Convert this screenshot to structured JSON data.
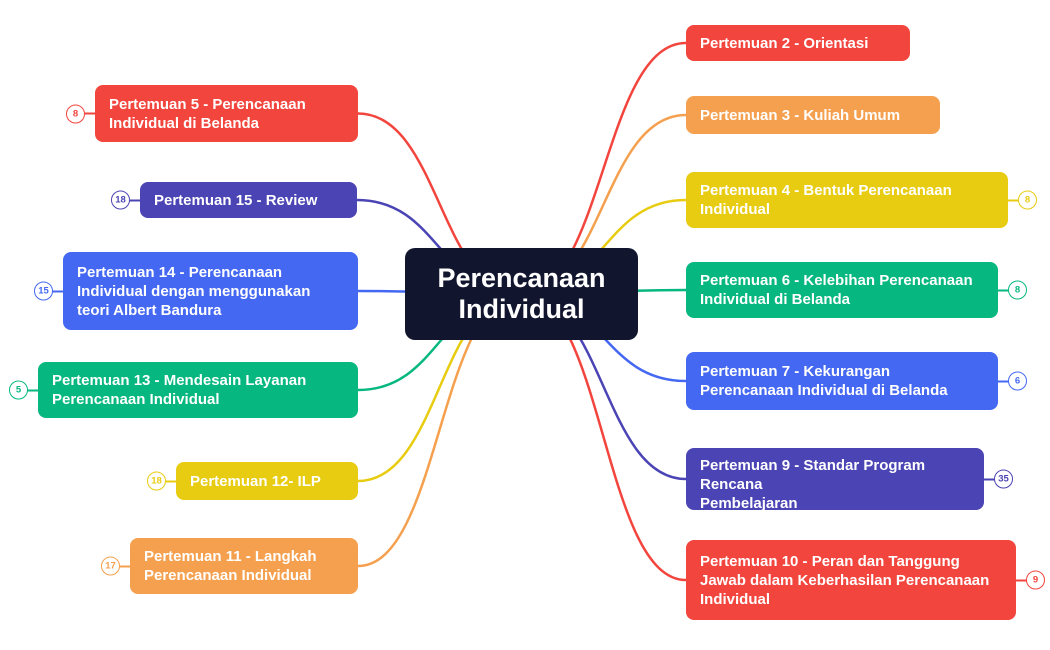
{
  "center": {
    "label": "Perencanaan Individual",
    "color": "#12152e",
    "text_color": "#ffffff"
  },
  "nodes": [
    {
      "id": "p2",
      "label": "Pertemuan 2 - Orientasi",
      "color": "#f2453d",
      "badge": null,
      "side": "right"
    },
    {
      "id": "p3",
      "label": "Pertemuan 3 - Kuliah Umum",
      "color": "#f5a04e",
      "badge": null,
      "side": "right"
    },
    {
      "id": "p4",
      "label": "Pertemuan 4 - Bentuk Perencanaan Individual",
      "color": "#e8cc11",
      "badge": "8",
      "side": "right"
    },
    {
      "id": "p6",
      "label": "Pertemuan 6 - Kelebihan Perencanaan Individual di Belanda",
      "color": "#06b77f",
      "badge": "8",
      "side": "right"
    },
    {
      "id": "p7",
      "label": "Pertemuan 7 - Kekurangan Perencanaan Individual di Belanda",
      "color": "#4468f2",
      "badge": "6",
      "side": "right"
    },
    {
      "id": "p9",
      "label": "Pertemuan 9 - Standar Program\n Rencana\nPembelajaran",
      "color": "#4b44b4",
      "badge": "35",
      "side": "right"
    },
    {
      "id": "p10",
      "label": "Pertemuan 10 - Peran dan Tanggung Jawab dalam Keberhasilan Perencanaan Individual",
      "color": "#f2453d",
      "badge": "9",
      "side": "right"
    },
    {
      "id": "p5",
      "label": "Pertemuan 5 - Perencanaan Individual di Belanda",
      "color": "#f2453d",
      "badge": "8",
      "side": "left"
    },
    {
      "id": "p15",
      "label": "Pertemuan 15 - Review",
      "color": "#4b44b4",
      "badge": "18",
      "side": "left"
    },
    {
      "id": "p14",
      "label": "Pertemuan 14 - Perencanaan Individual dengan menggunakan teori Albert Bandura",
      "color": "#4468f2",
      "badge": "15",
      "side": "left"
    },
    {
      "id": "p13",
      "label": "Pertemuan 13 - Mendesain Layanan Perencanaan Individual",
      "color": "#06b77f",
      "badge": "5",
      "side": "left"
    },
    {
      "id": "p12",
      "label": "Pertemuan 12- ILP",
      "color": "#e8cc11",
      "badge": "18",
      "side": "left"
    },
    {
      "id": "p11",
      "label": "Pertemuan 11 - Langkah Perencanaan Individual",
      "color": "#f5a04e",
      "badge": "17",
      "side": "left"
    }
  ]
}
